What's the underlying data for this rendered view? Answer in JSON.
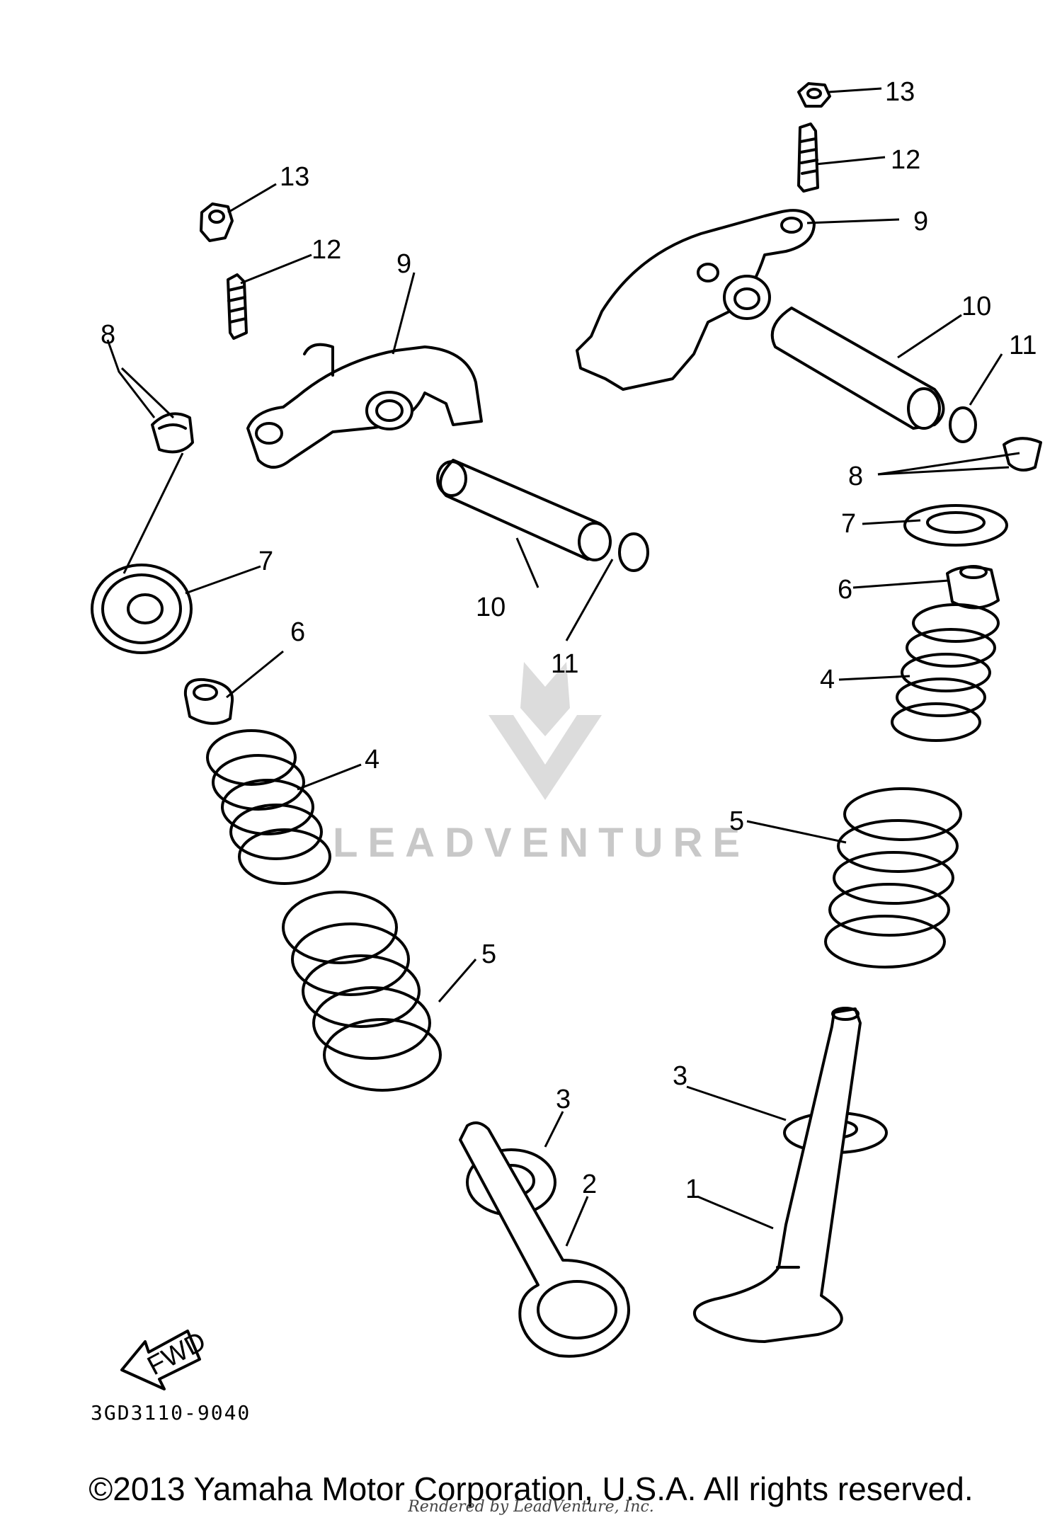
{
  "diagram": {
    "watermark": "LEADVENTURE",
    "part_code": "3GD3110-9040",
    "fwd_label": "FWD",
    "callouts": {
      "c1": "1",
      "c2": "2",
      "c3a": "3",
      "c3b": "3",
      "c4a": "4",
      "c4b": "4",
      "c5a": "5",
      "c5b": "5",
      "c6a": "6",
      "c6b": "6",
      "c7a": "7",
      "c7b": "7",
      "c8a": "8",
      "c8b": "8",
      "c9a": "9",
      "c9b": "9",
      "c10a": "10",
      "c10b": "10",
      "c11a": "11",
      "c11b": "11",
      "c12a": "12",
      "c12b": "12",
      "c13a": "13",
      "c13b": "13"
    }
  },
  "footer": {
    "copyright": "©2013 Yamaha Motor Corporation, U.S.A. All rights reserved.",
    "rendered_by": "Rendered by LeadVenture, Inc."
  }
}
